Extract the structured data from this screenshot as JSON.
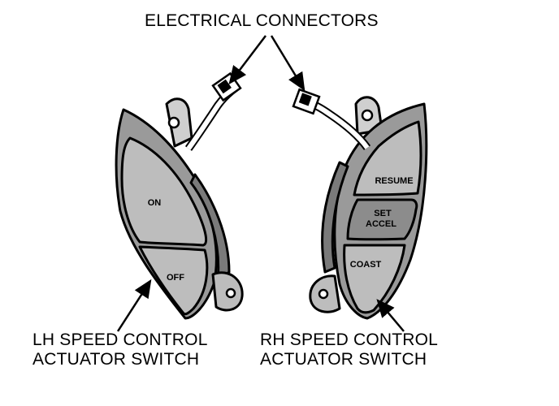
{
  "title": "ELECTRICAL CONNECTORS",
  "left_switch": {
    "line1": "LH SPEED CONTROL",
    "line2": "ACTUATOR SWITCH",
    "on_label": "ON",
    "off_label": "OFF"
  },
  "right_switch": {
    "line1": "RH SPEED CONTROL",
    "line2": "ACTUATOR SWITCH",
    "resume_label": "RESUME",
    "set_line1": "SET",
    "set_line2": "ACCEL",
    "coast_label": "COAST"
  }
}
